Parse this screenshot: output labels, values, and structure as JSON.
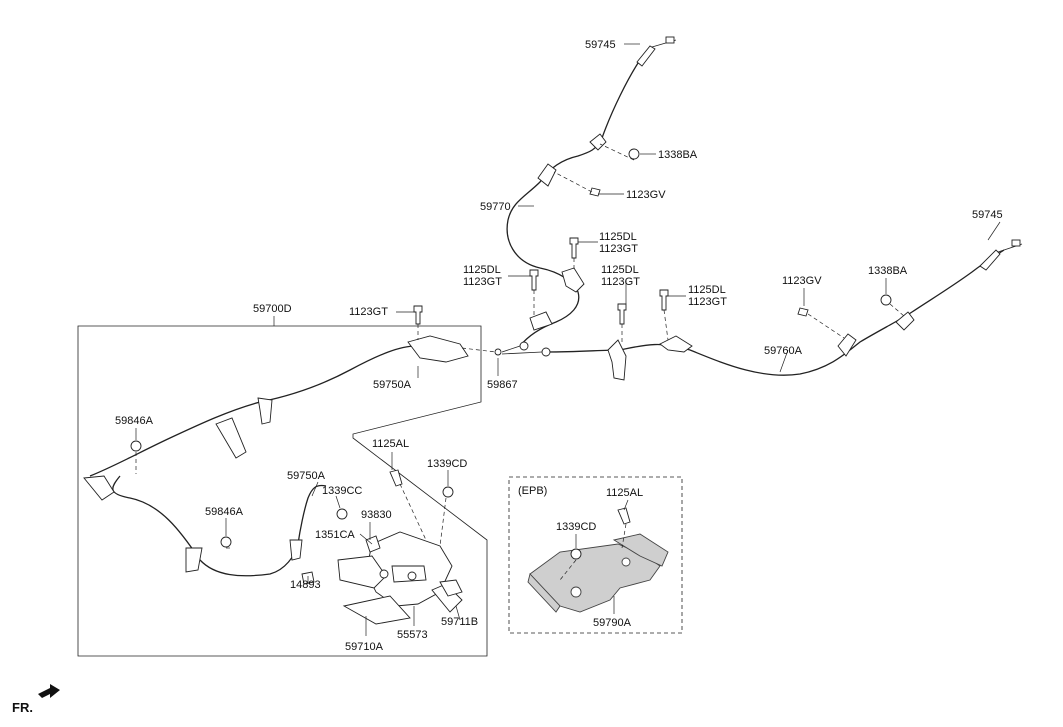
{
  "labels": {
    "p59745_top": "59745",
    "p1338ba_top": "1338BA",
    "p1123gv_top": "1123GV",
    "p59770": "59770",
    "p1125dl_a": "1125DL",
    "p1123gt_a": "1123GT",
    "p1125dl_b": "1125DL",
    "p1123gt_b": "1123GT",
    "p1125dl_c": "1125DL",
    "p1123gt_c": "1123GT",
    "p1125dl_d": "1125DL",
    "p1123gt_d": "1123GT",
    "p59745_right": "59745",
    "p1338ba_right": "1338BA",
    "p1123gv_right": "1123GV",
    "p59760a": "59760A",
    "p59700d": "59700D",
    "p1123gt_e": "1123GT",
    "p59750a_top": "59750A",
    "p59867": "59867",
    "p59846a_1": "59846A",
    "p59846a_2": "59846A",
    "p1125al_1": "1125AL",
    "p1339cd_1": "1339CD",
    "p59750a_mid": "59750A",
    "p1339cc": "1339CC",
    "p93830": "93830",
    "p1351ca": "1351CA",
    "p14893": "14893",
    "p55573": "55573",
    "p59711b": "59711B",
    "p59710a": "59710A",
    "epb": "(EPB)",
    "p1125al_2": "1125AL",
    "p1339cd_2": "1339CD",
    "p59790a": "59790A",
    "fr": "FR."
  }
}
